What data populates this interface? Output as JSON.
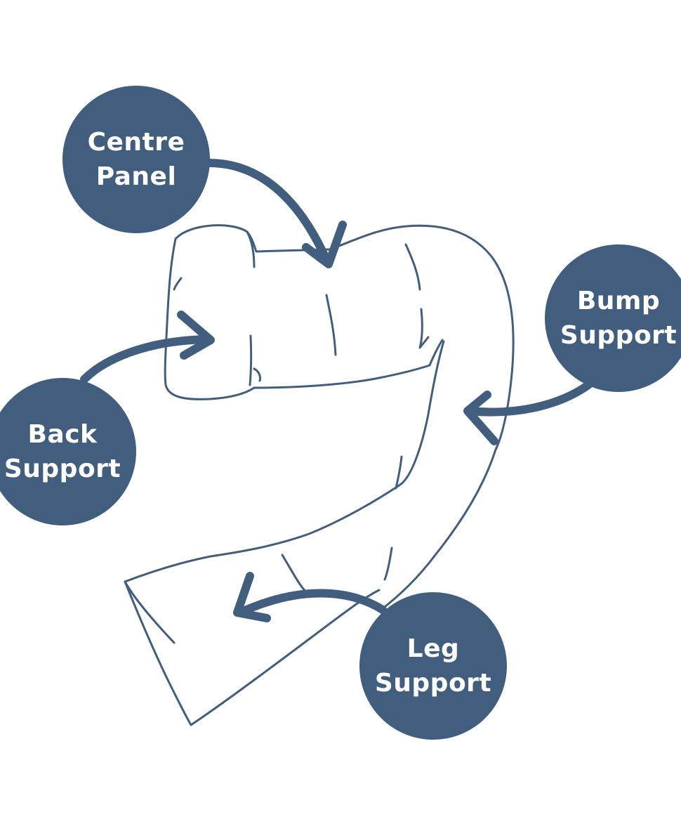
{
  "colors": {
    "accent": "#425e7e",
    "background": "#ffffff"
  },
  "labels": {
    "centre_panel": "Centre\nPanel",
    "bump_support": "Bump\nSupport",
    "back_support": "Back\nSupport",
    "leg_support": "Leg\nSupport"
  }
}
